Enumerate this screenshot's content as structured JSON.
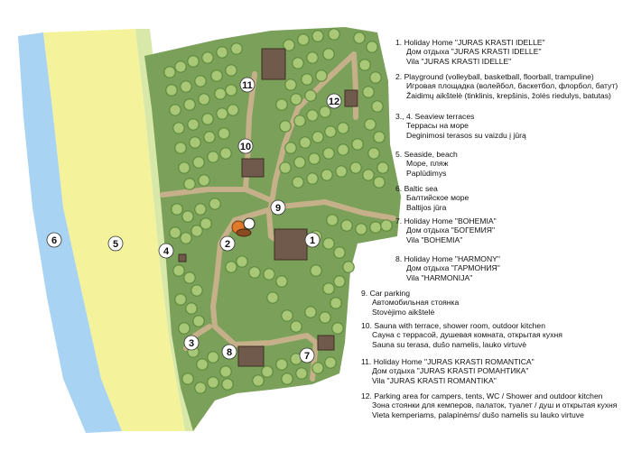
{
  "map": {
    "markers": [
      {
        "num": "1"
      },
      {
        "num": "2"
      },
      {
        "num": "3"
      },
      {
        "num": "4"
      },
      {
        "num": "5"
      },
      {
        "num": "6"
      },
      {
        "num": "7"
      },
      {
        "num": "8"
      },
      {
        "num": "9"
      },
      {
        "num": "10"
      },
      {
        "num": "11"
      },
      {
        "num": "12"
      }
    ],
    "colors": {
      "sea": "#a9d3f2",
      "beach": "#f4f29b",
      "dune": "#d8e8a8",
      "grass": "#7aa05a",
      "path": "#c6b08a",
      "tree": "#a8c878",
      "tree_dark": "#5f8a3c",
      "building": "#6f5a4c"
    }
  },
  "legend": [
    {
      "num": "1.",
      "lines": [
        "Holiday Home \"JURAS KRASTI IDELLE\"",
        "Дом отдыха \"JURAS KRASTI IDELLE\"",
        "Vila \"JURAS KRASTI IDELLE\""
      ]
    },
    {
      "num": "2.",
      "lines": [
        "Playground (volleyball, basketball, floorball, trampuline)",
        "Игровая площадка (волейбол, баскетбол, флорбол, батут)",
        "Žaidimų aikštelė (tinklinis, krepšinis, žolės riedulys, batutas)"
      ]
    },
    {
      "num": "3., 4.",
      "lines": [
        "Seaview terraces",
        "Террасы на море",
        "Deginimosi terasos su vaizdu į jūrą"
      ]
    },
    {
      "num": "5.",
      "lines": [
        "Seaside, beach",
        "Море, пляж",
        "Paplūdimys"
      ]
    },
    {
      "num": "6.",
      "lines": [
        "Baltic sea",
        "Балтийское море",
        "Baltijos jūra"
      ]
    },
    {
      "num": "7.",
      "lines": [
        "Holiday Home \"BOHEMIA\"",
        "Дом отдыха \"БОГЕМИЯ\"",
        "Vila \"BOHEMIA\""
      ]
    },
    {
      "num": "8.",
      "lines": [
        "Holiday Home \"HARMONY\"",
        "Дом отдыха \"ГАРМОНИЯ\"",
        "Vila \"HARMONIJA\""
      ]
    },
    {
      "num": "9.",
      "lines": [
        "Car parking",
        "Автомобильная стоянка",
        "Stovėjimo aikštelė"
      ]
    },
    {
      "num": "10.",
      "lines": [
        "Sauna with terrace, shower room, outdoor kitchen",
        "Сауна с террасой, душевая комната, открытая кухня",
        "Sauna su terasa, dušo namelis, lauko virtuvė"
      ]
    },
    {
      "num": "11.",
      "lines": [
        "Holiday Home \"JURAS KRASTI ROMANTICA\"",
        "Дом отдыха \"JURAS KRASTI РОМАНТИКА\"",
        "Vila \"JURAS KRASTI ROMANTIKA\""
      ]
    },
    {
      "num": "12.",
      "lines": [
        "Parking area for campers, tents, WC / Shower and outdoor kitchen",
        "Зона стоянки для кемперов, палаток, туалет / душ и открытая кухня",
        "Vieta kemperiams, palapinėms/ dušo namelis su lauko virtuve"
      ]
    }
  ]
}
